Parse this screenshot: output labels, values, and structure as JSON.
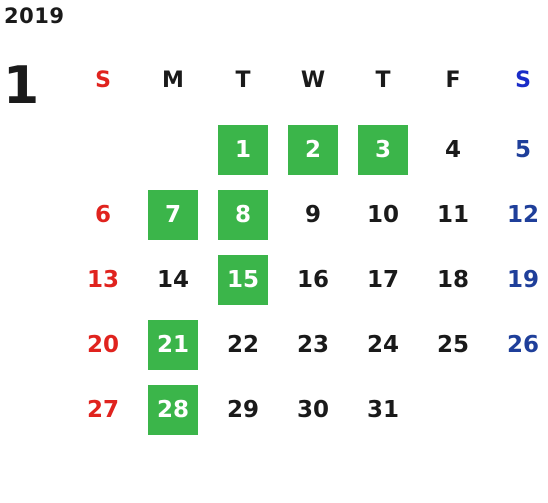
{
  "calendar": {
    "year": "2019",
    "month": "1",
    "weekdays": [
      "S",
      "M",
      "T",
      "W",
      "T",
      "F",
      "S"
    ],
    "colors": {
      "highlight": "#3bb54a",
      "sunday": "#e0231e",
      "saturday": "#1f3f9a"
    },
    "weeks": [
      [
        null,
        null,
        {
          "day": "1",
          "hl": true
        },
        {
          "day": "2",
          "hl": true
        },
        {
          "day": "3",
          "hl": true
        },
        {
          "day": "4",
          "hl": false
        },
        {
          "day": "5",
          "hl": false
        }
      ],
      [
        {
          "day": "6",
          "hl": false
        },
        {
          "day": "7",
          "hl": true
        },
        {
          "day": "8",
          "hl": true
        },
        {
          "day": "9",
          "hl": false
        },
        {
          "day": "10",
          "hl": false
        },
        {
          "day": "11",
          "hl": false
        },
        {
          "day": "12",
          "hl": false
        }
      ],
      [
        {
          "day": "13",
          "hl": false
        },
        {
          "day": "14",
          "hl": false
        },
        {
          "day": "15",
          "hl": true
        },
        {
          "day": "16",
          "hl": false
        },
        {
          "day": "17",
          "hl": false
        },
        {
          "day": "18",
          "hl": false
        },
        {
          "day": "19",
          "hl": false
        }
      ],
      [
        {
          "day": "20",
          "hl": false
        },
        {
          "day": "21",
          "hl": true
        },
        {
          "day": "22",
          "hl": false
        },
        {
          "day": "23",
          "hl": false
        },
        {
          "day": "24",
          "hl": false
        },
        {
          "day": "25",
          "hl": false
        },
        {
          "day": "26",
          "hl": false
        }
      ],
      [
        {
          "day": "27",
          "hl": false
        },
        {
          "day": "28",
          "hl": true
        },
        {
          "day": "29",
          "hl": false
        },
        {
          "day": "30",
          "hl": false
        },
        {
          "day": "31",
          "hl": false
        },
        null,
        null
      ]
    ]
  }
}
